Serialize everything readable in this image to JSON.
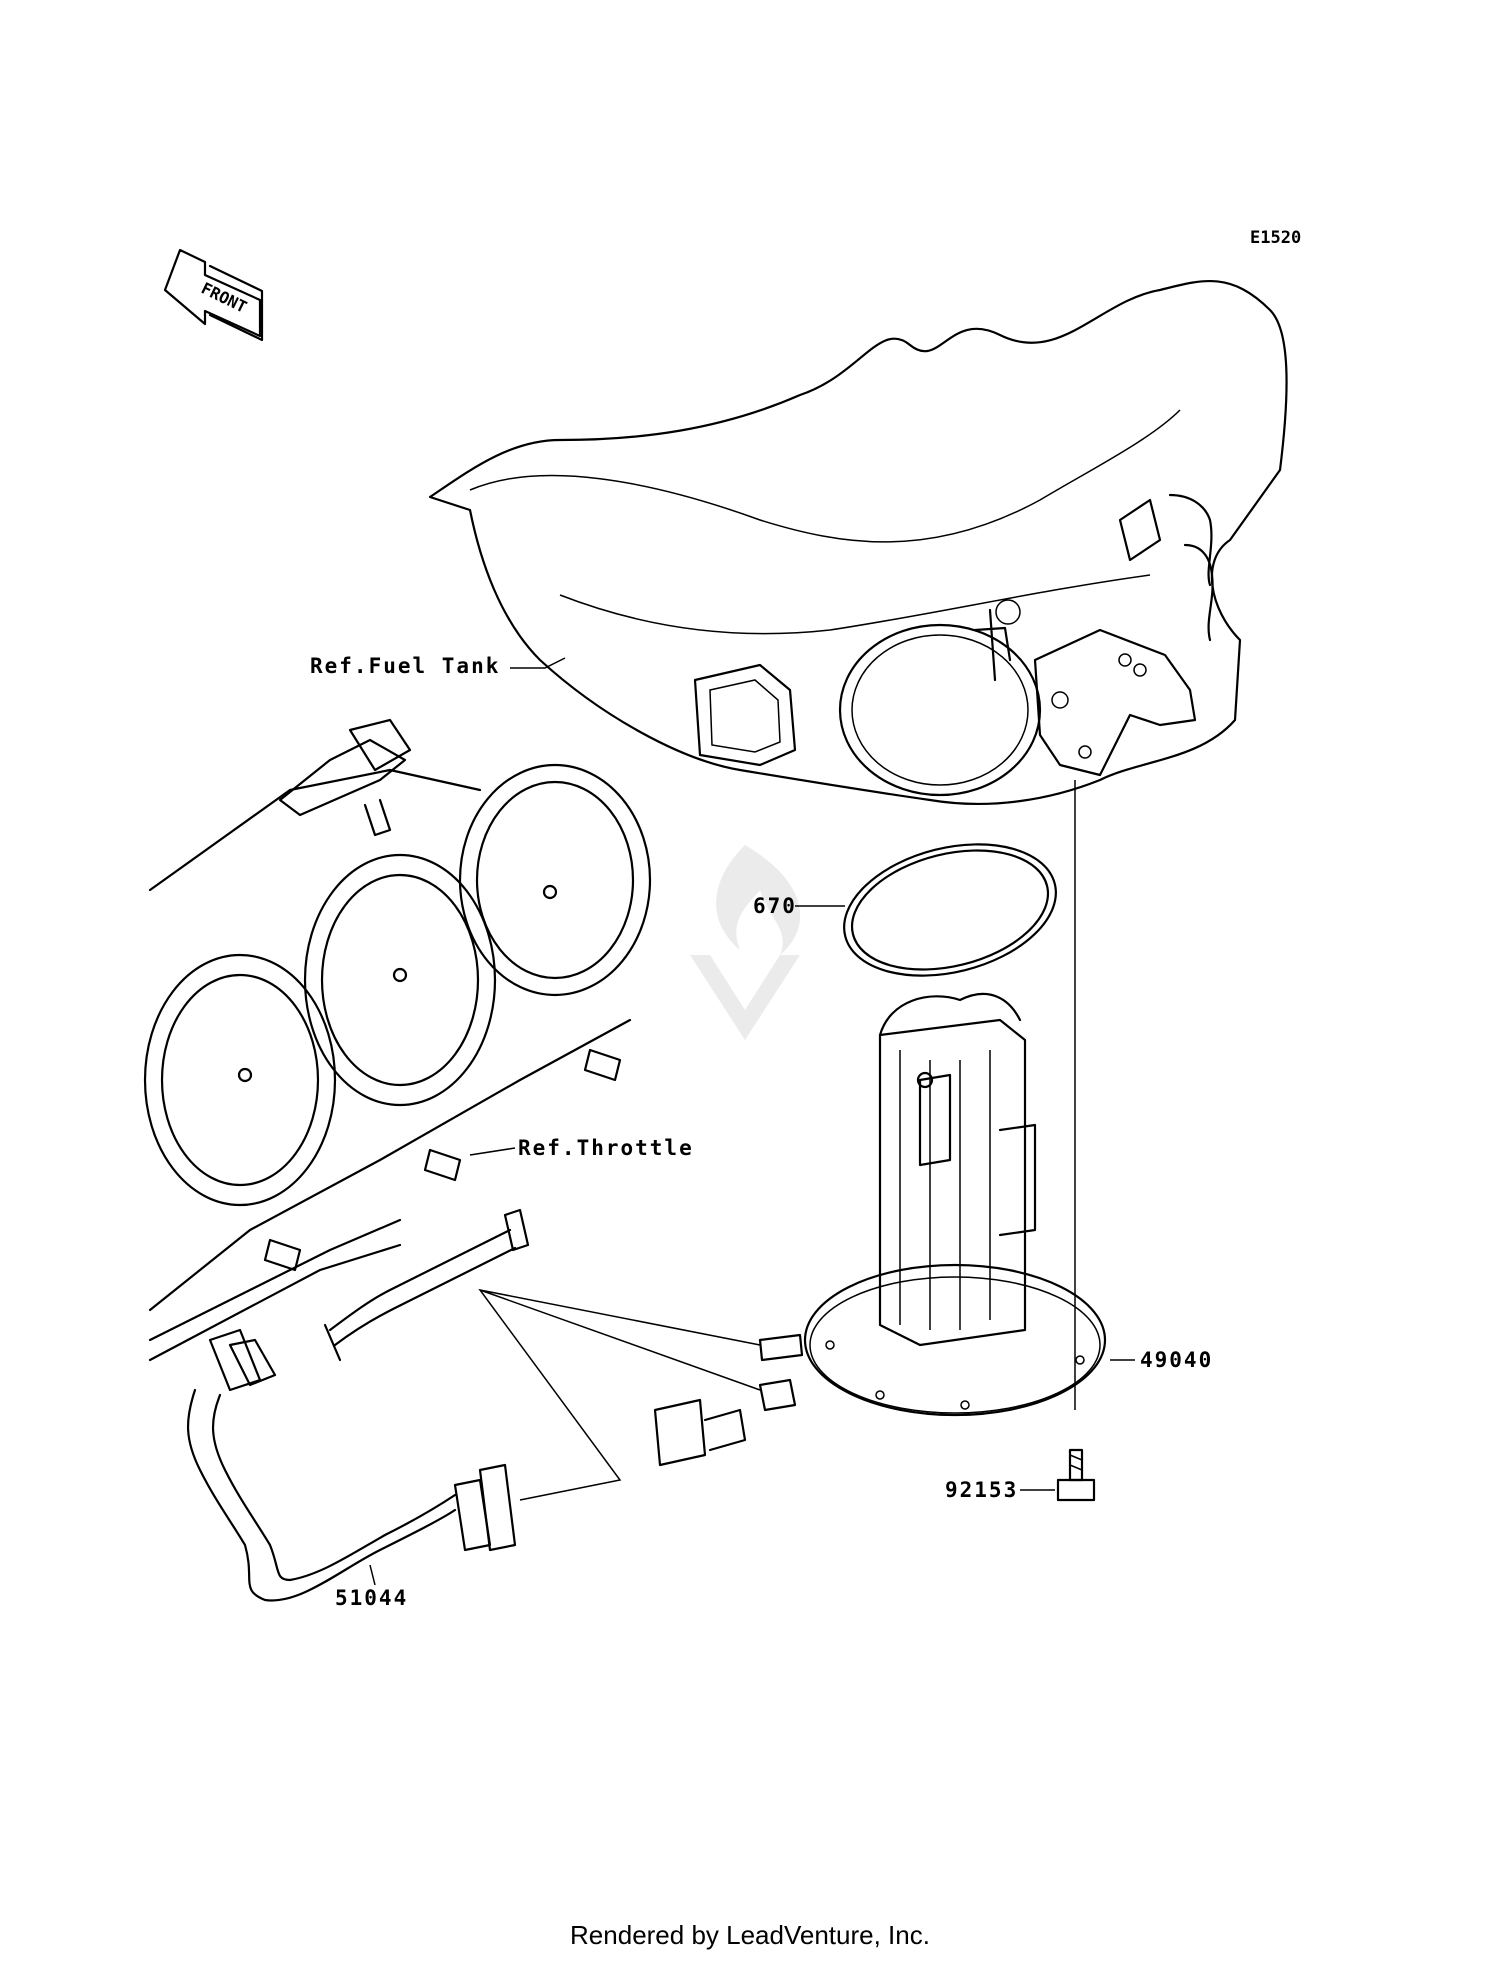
{
  "diagram": {
    "code": "E1520",
    "front_label": "FRONT",
    "references": {
      "fuel_tank": "Ref.Fuel Tank",
      "throttle": "Ref.Throttle"
    },
    "parts": [
      {
        "number": "670"
      },
      {
        "number": "49040"
      },
      {
        "number": "92153"
      },
      {
        "number": "51044"
      }
    ]
  },
  "footer": {
    "text": "Rendered by LeadVenture, Inc."
  }
}
